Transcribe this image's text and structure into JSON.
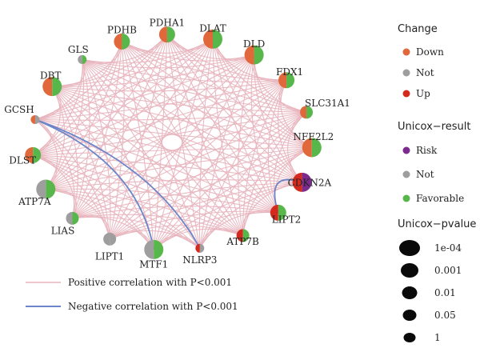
{
  "colors": {
    "down": "#e0683a",
    "not": "#9e9e9e",
    "up": "#d42a1e",
    "risk": "#7b2a8e",
    "favorable": "#58b74a",
    "positive_edge": "#e8b4bc",
    "negative_edge": "#6b85c9"
  },
  "nodes": [
    {
      "id": "PDHA1",
      "change": "down",
      "result": "favorable",
      "p": "0.001"
    },
    {
      "id": "DLAT",
      "change": "down",
      "result": "favorable",
      "p": "1e-04"
    },
    {
      "id": "DLD",
      "change": "down",
      "result": "favorable",
      "p": "1e-04"
    },
    {
      "id": "FDX1",
      "change": "down",
      "result": "favorable",
      "p": "0.001"
    },
    {
      "id": "SLC31A1",
      "change": "down",
      "result": "favorable",
      "p": "0.01"
    },
    {
      "id": "NFE2L2",
      "change": "down",
      "result": "favorable",
      "p": "1e-04"
    },
    {
      "id": "CDKN2A",
      "change": "up",
      "result": "risk",
      "p": "1e-04"
    },
    {
      "id": "LIPT2",
      "change": "up",
      "result": "favorable",
      "p": "0.001"
    },
    {
      "id": "ATP7B",
      "change": "up",
      "result": "favorable",
      "p": "0.01"
    },
    {
      "id": "NLRP3",
      "change": "up",
      "result": "not",
      "p": "1"
    },
    {
      "id": "MTF1",
      "change": "not",
      "result": "favorable",
      "p": "1e-04"
    },
    {
      "id": "LIPT1",
      "change": "not",
      "result": "not",
      "p": "0.01"
    },
    {
      "id": "LIAS",
      "change": "not",
      "result": "favorable",
      "p": "0.01"
    },
    {
      "id": "ATP7A",
      "change": "not",
      "result": "favorable",
      "p": "1e-04"
    },
    {
      "id": "DLST",
      "change": "down",
      "result": "favorable",
      "p": "0.001"
    },
    {
      "id": "GCSH",
      "change": "down",
      "result": "not",
      "p": "1"
    },
    {
      "id": "DBT",
      "change": "down",
      "result": "favorable",
      "p": "1e-04"
    },
    {
      "id": "GLS",
      "change": "not",
      "result": "favorable",
      "p": "1"
    },
    {
      "id": "PDHB",
      "change": "down",
      "result": "favorable",
      "p": "0.001"
    }
  ],
  "negative_edges": [
    [
      "GCSH",
      "MTF1"
    ],
    [
      "GCSH",
      "NLRP3"
    ],
    [
      "CDKN2A",
      "LIPT2"
    ]
  ],
  "legend": {
    "change_title": "Change",
    "change_items": [
      {
        "label": "Down",
        "color": "down"
      },
      {
        "label": "Not",
        "color": "not"
      },
      {
        "label": "Up",
        "color": "up"
      }
    ],
    "result_title": "Unicox−result",
    "result_items": [
      {
        "label": "Risk",
        "color": "risk"
      },
      {
        "label": "Not",
        "color": "not"
      },
      {
        "label": "Favorable",
        "color": "favorable"
      }
    ],
    "pvalue_title": "Unicox−pvalue",
    "pvalue_items": [
      "1e-04",
      "0.001",
      "0.01",
      "0.05",
      "1"
    ]
  },
  "edge_legend": {
    "positive": "Positive correlation with P<0.001",
    "negative": "Negative correlation with P<0.001"
  }
}
